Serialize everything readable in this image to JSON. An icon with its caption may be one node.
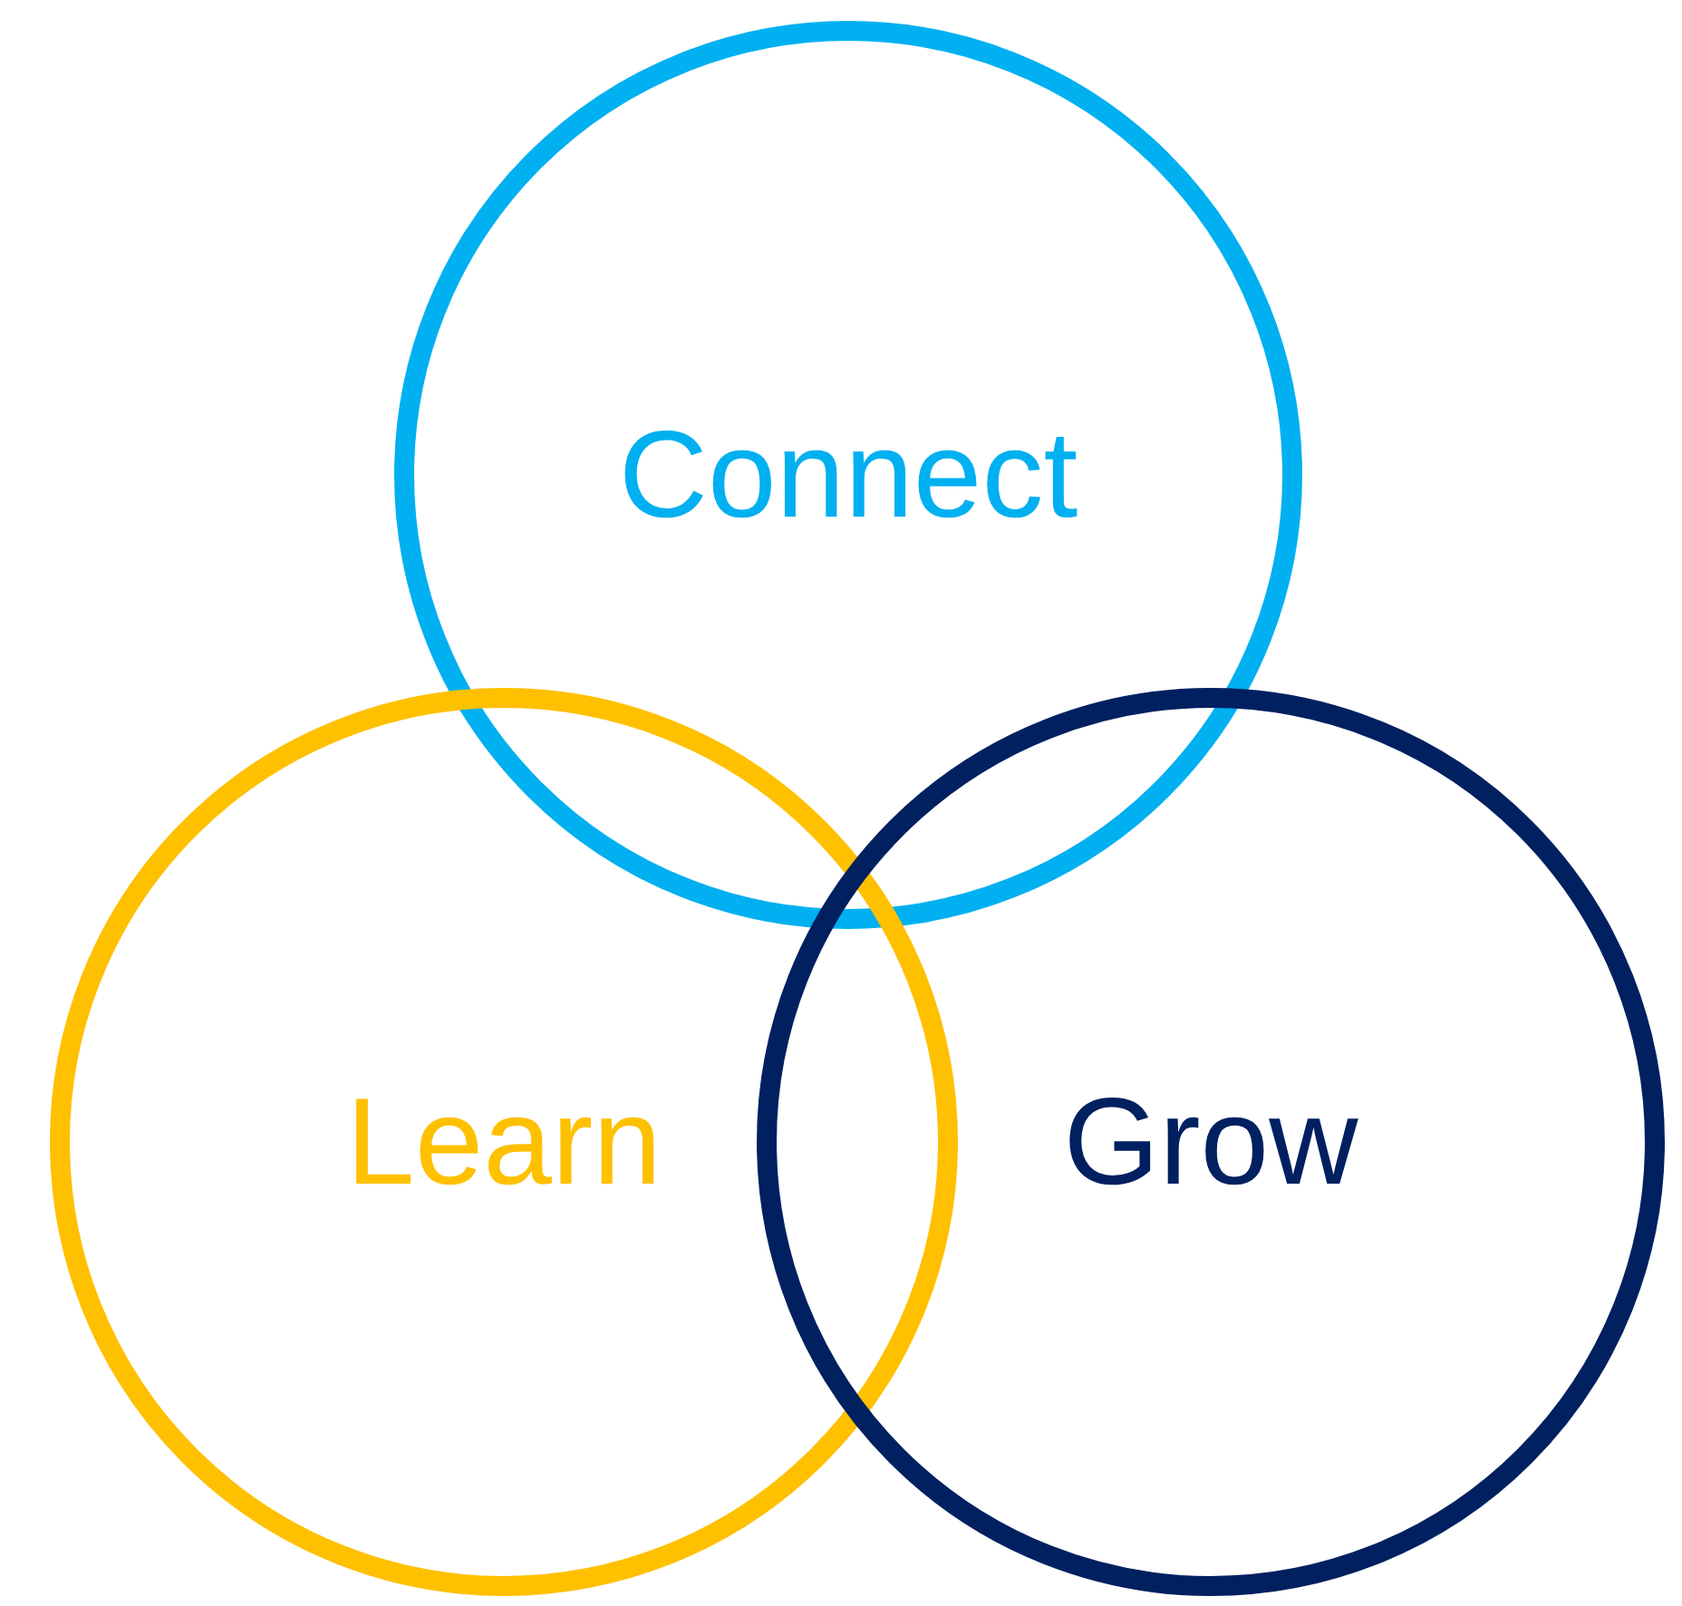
{
  "diagram": {
    "nodes": [
      {
        "text": [
          "Connect"
        ]
      },
      {
        "text": [
          "Learn"
        ]
      },
      {
        "text": [
          "Grow"
        ]
      }
    ]
  }
}
